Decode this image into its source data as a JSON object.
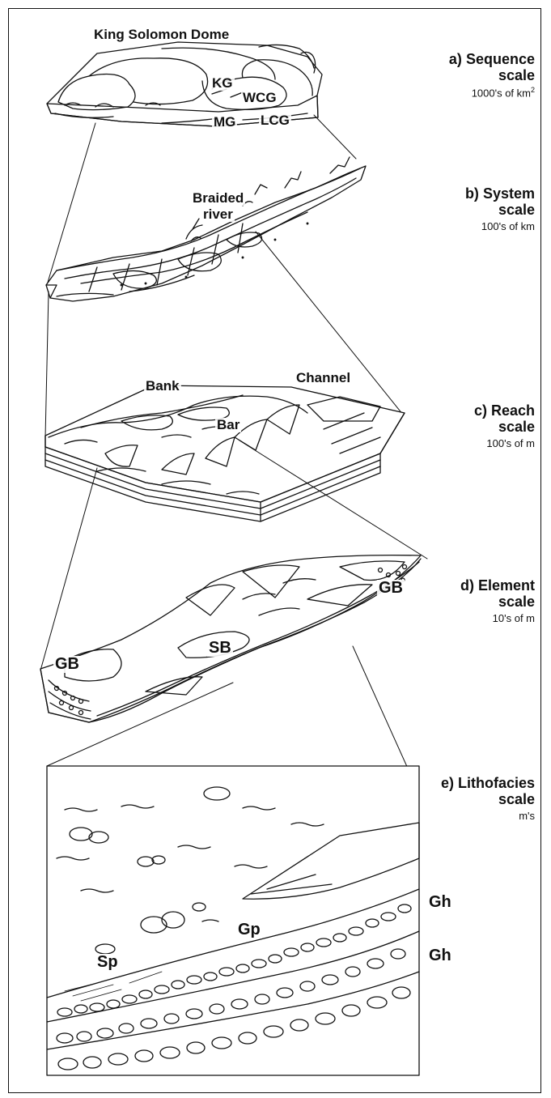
{
  "title": "King Solomon Dome",
  "scales": [
    {
      "letter": "a)",
      "name": "Sequence",
      "word": "scale",
      "extent": "1000's of  km",
      "sup": "2"
    },
    {
      "letter": "b)",
      "name": "System",
      "word": "scale",
      "extent": "100's of  km"
    },
    {
      "letter": "c)",
      "name": "Reach",
      "word": "scale",
      "extent": "100's of m"
    },
    {
      "letter": "d)",
      "name": "Element",
      "word": "scale",
      "extent": "10's of m"
    },
    {
      "letter": "e)",
      "name": "Lithofacies",
      "word": "scale",
      "extent": "m's"
    }
  ],
  "labels": {
    "kg": "KG",
    "wcg": "WCG",
    "mg": "MG",
    "lcg": "LCG",
    "braided": "Braided",
    "river": "river",
    "bank": "Bank",
    "channel": "Channel",
    "bar": "Bar",
    "gb_right": "GB",
    "gb_left": "GB",
    "sb": "SB",
    "gh_upper": "Gh",
    "gh_lower": "Gh",
    "gp": "Gp",
    "sp": "Sp"
  }
}
